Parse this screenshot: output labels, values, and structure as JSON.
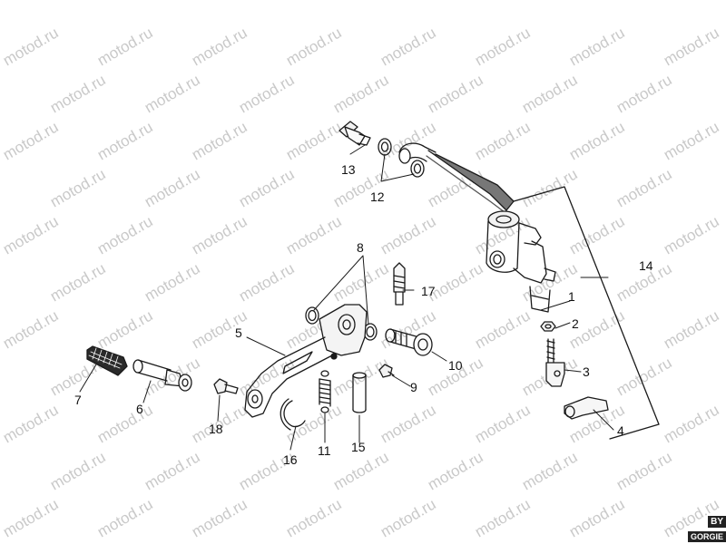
{
  "watermark": "motod.ru",
  "brand": {
    "line1": "BY",
    "line2": "GORGIE"
  },
  "callouts": {
    "c1": "1",
    "c2": "2",
    "c3": "3",
    "c4": "4",
    "c5": "5",
    "c6": "6",
    "c7": "7",
    "c8": "8",
    "c9": "9",
    "c10": "10",
    "c11": "11",
    "c12": "12",
    "c13": "13",
    "c14": "14",
    "c15": "15",
    "c16": "16",
    "c17": "17",
    "c18": "18"
  }
}
